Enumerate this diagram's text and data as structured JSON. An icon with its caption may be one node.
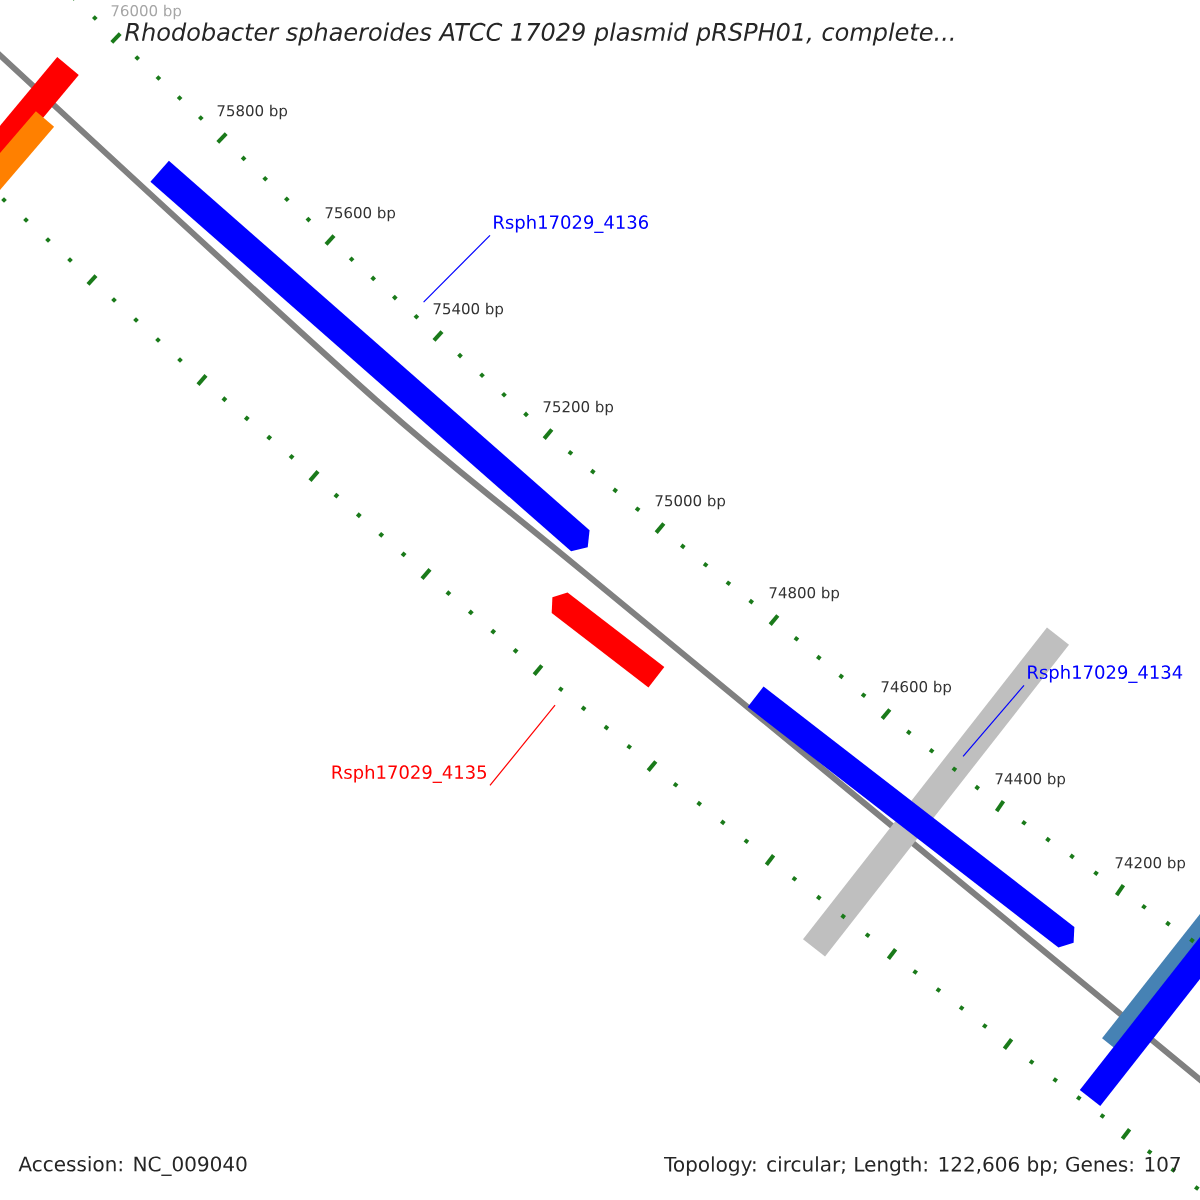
{
  "diagram": {
    "title": "Rhodobacter sphaeroides ATCC 17029 plasmid pRSPH01, complete...",
    "nodes": [
      {
        "text": [
          "Rsph17029_4136"
        ]
      },
      {
        "text": [],
        "shape": "bar"
      },
      {
        "text": [
          "Rsph17029_4135"
        ]
      },
      {
        "text": [],
        "shape": "bar"
      },
      {
        "text": [
          "Rsph17029_4134"
        ]
      },
      {
        "text": [],
        "shape": "bar"
      }
    ],
    "edges": [
      {
        "from": 0,
        "to": 1,
        "arrow": "none"
      },
      {
        "from": 2,
        "to": 3,
        "arrow": "none",
        "color": "#ff0000"
      },
      {
        "from": 4,
        "to": 5,
        "arrow": "none"
      }
    ],
    "labels": [
      "76000 bp",
      "75800 bp",
      "75600 bp",
      "75400 bp",
      "75200 bp",
      "75000 bp",
      "74800 bp",
      "74600 bp",
      "74400 bp",
      "74200 bp",
      "Accession: NC_009040",
      "Topology: circular; Length: 122,606 bp; Genes: 107"
    ]
  }
}
